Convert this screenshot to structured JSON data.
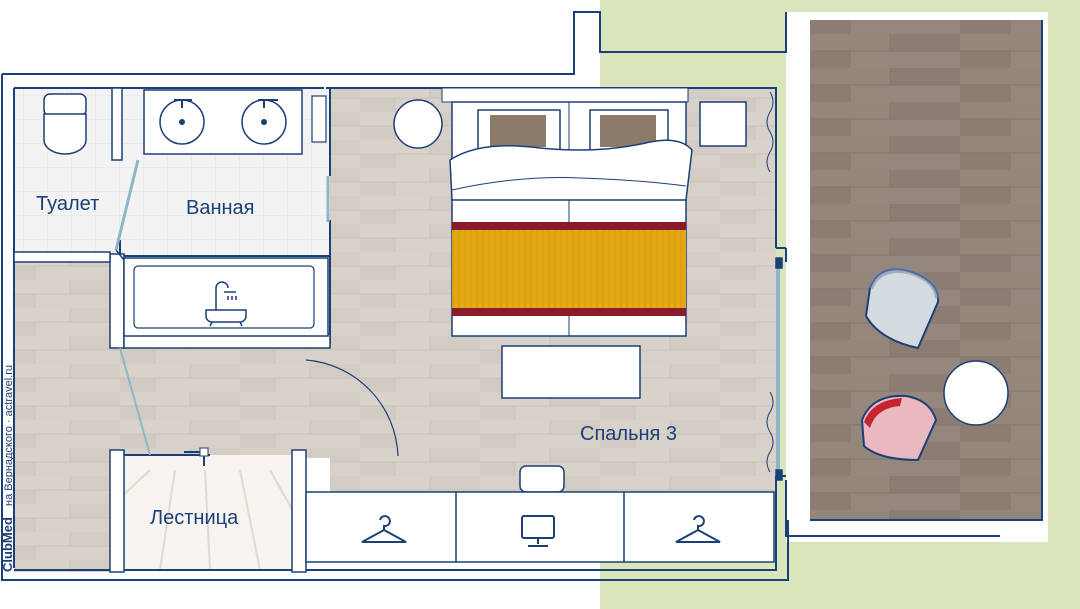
{
  "rooms": {
    "toilet": "Туалет",
    "bathroom": "Ванная",
    "bedroom": "Спальня 3",
    "staircase": "Лестница"
  },
  "credits": {
    "brand": "ClubMed",
    "text": "на Вернадского · actravel.ru"
  },
  "colors": {
    "wall": "#1b3f77",
    "floor_wood": "#d6cfc7",
    "terrace_deck": "#908276",
    "tile": "#f1f1f1",
    "garden": "#d9e5bb",
    "bed_runner": "#e3a813",
    "bed_runner_border": "#8b1a2a",
    "chair_blue": "#d4dbe0",
    "chair_red": "#eab9c0"
  },
  "icons": [
    "toilet-icon",
    "sink-icon",
    "bathtub-icon",
    "shower-icon",
    "bed-icon",
    "hanger-icon",
    "tv-icon",
    "armchair-icon",
    "round-table-icon",
    "nightstand-icon",
    "stool-icon"
  ]
}
